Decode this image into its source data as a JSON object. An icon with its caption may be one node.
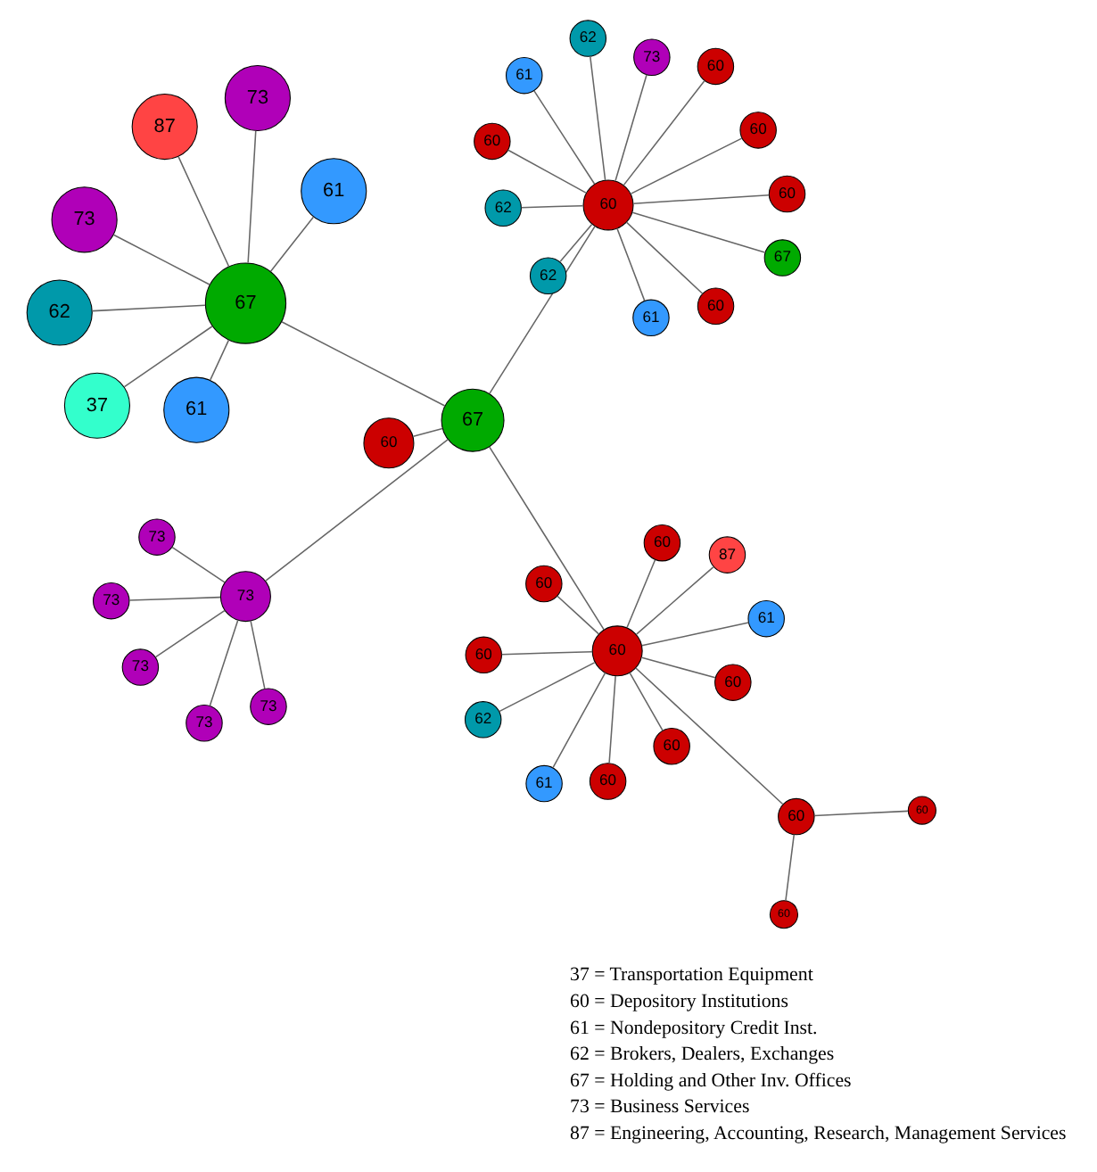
{
  "diagram": {
    "nodes": [
      {
        "text": [
          "67"
        ]
      },
      {
        "text": [
          "73"
        ]
      },
      {
        "text": [
          "73"
        ]
      },
      {
        "text": [
          "61"
        ]
      },
      {
        "text": [
          "37"
        ]
      },
      {
        "text": [
          "62"
        ]
      },
      {
        "text": [
          "61"
        ]
      },
      {
        "text": [
          "87"
        ]
      },
      {
        "text": [
          "67"
        ]
      },
      {
        "text": [
          "60"
        ]
      },
      {
        "text": [
          "73"
        ]
      },
      {
        "text": [
          "73"
        ]
      },
      {
        "text": [
          "73"
        ]
      },
      {
        "text": [
          "73"
        ]
      },
      {
        "text": [
          "73"
        ]
      },
      {
        "text": [
          "73"
        ]
      },
      {
        "text": [
          "60"
        ]
      },
      {
        "text": [
          "62"
        ]
      },
      {
        "text": [
          "60"
        ]
      },
      {
        "text": [
          "67"
        ]
      },
      {
        "text": [
          "61"
        ]
      },
      {
        "text": [
          "62"
        ]
      },
      {
        "text": [
          "60"
        ]
      },
      {
        "text": [
          "62"
        ]
      },
      {
        "text": [
          "60"
        ]
      },
      {
        "text": [
          "73"
        ]
      },
      {
        "text": [
          "61"
        ]
      },
      {
        "text": [
          "60"
        ]
      },
      {
        "text": [
          "60"
        ]
      },
      {
        "text": [
          "60"
        ]
      },
      {
        "text": [
          "60"
        ]
      },
      {
        "text": [
          "61"
        ]
      },
      {
        "text": [
          "62"
        ]
      },
      {
        "text": [
          "60"
        ]
      },
      {
        "text": [
          "60"
        ]
      },
      {
        "text": [
          "60"
        ]
      },
      {
        "text": [
          "60"
        ]
      },
      {
        "text": [
          "60"
        ]
      },
      {
        "text": [
          "61"
        ]
      },
      {
        "text": [
          "87"
        ]
      },
      {
        "text": [
          "60"
        ]
      },
      {
        "text": [
          "60"
        ]
      },
      {
        "text": [
          "60"
        ]
      }
    ],
    "edges": [
      {
        "from": 0,
        "to": 1,
        "arrow": "none"
      },
      {
        "from": 0,
        "to": 2,
        "arrow": "none"
      },
      {
        "from": 0,
        "to": 3,
        "arrow": "none"
      },
      {
        "from": 0,
        "to": 4,
        "arrow": "none"
      },
      {
        "from": 0,
        "to": 5,
        "arrow": "none"
      },
      {
        "from": 0,
        "to": 6,
        "arrow": "none"
      },
      {
        "from": 0,
        "to": 7,
        "arrow": "none"
      },
      {
        "from": 0,
        "to": 8,
        "arrow": "none"
      },
      {
        "from": 8,
        "to": 9,
        "arrow": "none"
      },
      {
        "from": 8,
        "to": 10,
        "arrow": "none"
      },
      {
        "from": 8,
        "to": 16,
        "arrow": "none"
      },
      {
        "from": 8,
        "to": 29,
        "arrow": "none"
      },
      {
        "from": 10,
        "to": 11,
        "arrow": "none"
      },
      {
        "from": 10,
        "to": 12,
        "arrow": "none"
      },
      {
        "from": 10,
        "to": 13,
        "arrow": "none"
      },
      {
        "from": 10,
        "to": 14,
        "arrow": "none"
      },
      {
        "from": 10,
        "to": 15,
        "arrow": "none"
      },
      {
        "from": 16,
        "to": 17,
        "arrow": "none"
      },
      {
        "from": 16,
        "to": 18,
        "arrow": "none"
      },
      {
        "from": 16,
        "to": 19,
        "arrow": "none"
      },
      {
        "from": 16,
        "to": 20,
        "arrow": "none"
      },
      {
        "from": 16,
        "to": 21,
        "arrow": "none"
      },
      {
        "from": 16,
        "to": 22,
        "arrow": "none"
      },
      {
        "from": 16,
        "to": 23,
        "arrow": "none"
      },
      {
        "from": 16,
        "to": 24,
        "arrow": "none"
      },
      {
        "from": 16,
        "to": 25,
        "arrow": "none"
      },
      {
        "from": 16,
        "to": 26,
        "arrow": "none"
      },
      {
        "from": 16,
        "to": 27,
        "arrow": "none"
      },
      {
        "from": 16,
        "to": 28,
        "arrow": "none"
      },
      {
        "from": 29,
        "to": 30,
        "arrow": "none"
      },
      {
        "from": 29,
        "to": 31,
        "arrow": "none"
      },
      {
        "from": 29,
        "to": 32,
        "arrow": "none"
      },
      {
        "from": 29,
        "to": 33,
        "arrow": "none"
      },
      {
        "from": 29,
        "to": 34,
        "arrow": "none"
      },
      {
        "from": 29,
        "to": 35,
        "arrow": "none"
      },
      {
        "from": 29,
        "to": 36,
        "arrow": "none"
      },
      {
        "from": 29,
        "to": 37,
        "arrow": "none"
      },
      {
        "from": 29,
        "to": 38,
        "arrow": "none"
      },
      {
        "from": 29,
        "to": 39,
        "arrow": "none"
      },
      {
        "from": 29,
        "to": 40,
        "arrow": "none"
      },
      {
        "from": 40,
        "to": 41,
        "arrow": "none"
      },
      {
        "from": 40,
        "to": 42,
        "arrow": "none"
      }
    ],
    "labels": [
      "37 = Transportation Equipment",
      "60 = Depository Institutions",
      "61 = Nondepository Credit Inst.",
      "62 = Brokers, Dealers, Exchanges",
      "67 = Holding and Other Inv. Offices",
      "73 = Business Services",
      "87 = Engineering, Accounting, Research, Management Services"
    ]
  }
}
